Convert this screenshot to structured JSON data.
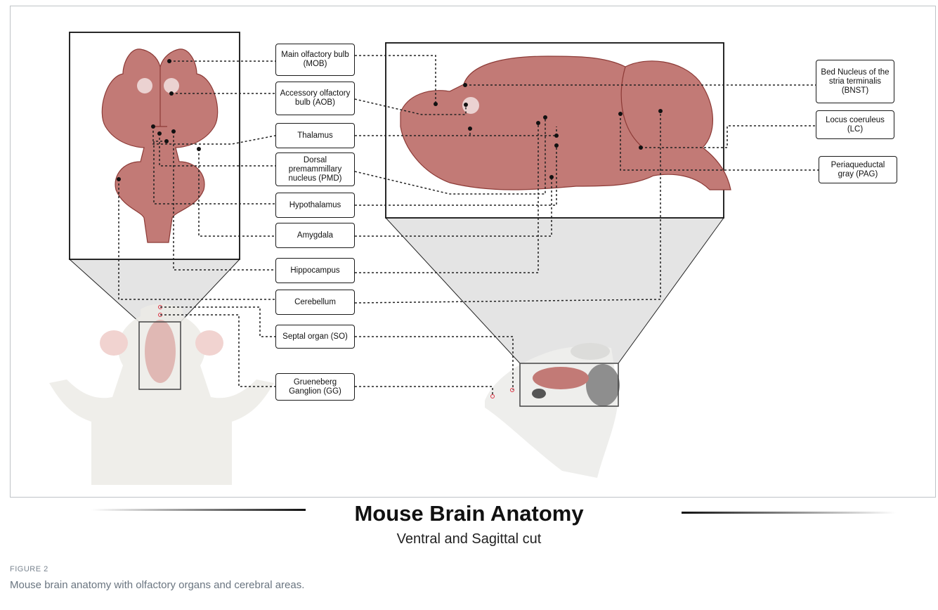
{
  "labels": {
    "mob": "Main olfactory bulb (MOB)",
    "aob": "Accessory olfactory bulb (AOB)",
    "thalamus": "Thalamus",
    "pmd": "Dorsal premammillary nucleus (PMD)",
    "hypothalamus": "Hypothalamus",
    "amygdala": "Amygdala",
    "hippocampus": "Hippocampus",
    "cerebellum": "Cerebellum",
    "so": "Septal organ (SO)",
    "gg": "Grueneberg Ganglion (GG)",
    "bnst": "Bed Nucleus of the stria terminalis (BNST)",
    "lc": "Locus coeruleus (LC)",
    "pag": "Periaqueductal gray (PAG)"
  },
  "title": "Mouse Brain Anatomy",
  "subtitle": "Ventral and Sagittal cut",
  "figure_label": "FIGURE 2",
  "figure_caption": "Mouse brain anatomy with olfactory organs and cerebral areas.",
  "colors": {
    "brain": "#c27a76",
    "brain_dark": "#8c3a36",
    "mouse_body": "#ecebe6",
    "funnel": "#e4e4e4"
  }
}
